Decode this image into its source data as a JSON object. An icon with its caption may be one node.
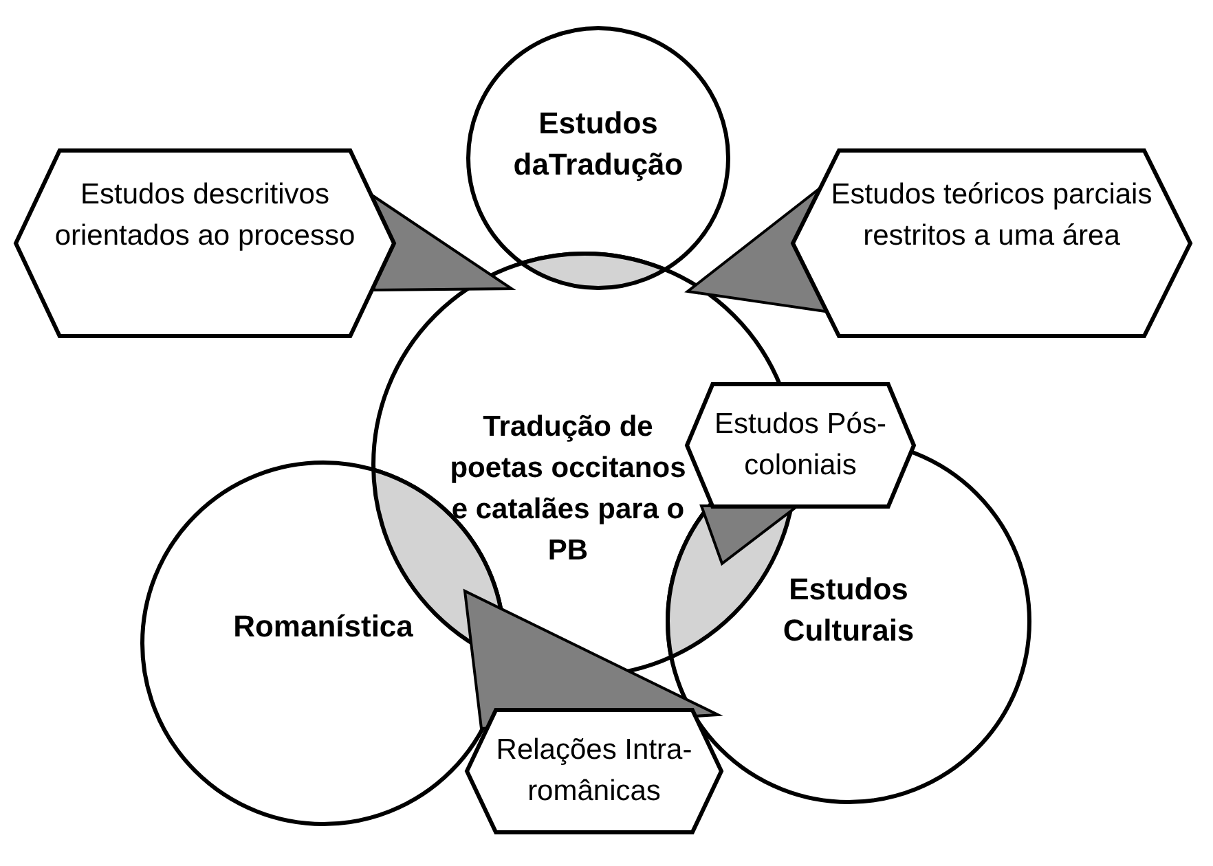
{
  "diagram": {
    "nodes": [
      {
        "text": [
          "Estudos daTradução"
        ]
      },
      {
        "text": [
          "Tradução de poetas occitanos e catalães para o PB"
        ]
      },
      {
        "text": [
          "Romanística"
        ]
      },
      {
        "text": [
          "Estudos Culturais"
        ]
      },
      {
        "text": [
          "Estudos descritivos orientados ao processo"
        ]
      },
      {
        "text": [
          "Estudos teóricos parciais restritos a uma área"
        ]
      },
      {
        "text": [
          "Estudos Pós-coloniais"
        ]
      },
      {
        "text": [
          "Relações Intra-românicas"
        ]
      }
    ],
    "edges": [
      {
        "from": 4,
        "to": null,
        "arrow": "to"
      },
      {
        "from": 5,
        "to": null,
        "arrow": "to"
      },
      {
        "from": 6,
        "to": null,
        "arrow": "to"
      },
      {
        "from": 7,
        "to": null,
        "arrow": "to"
      }
    ]
  }
}
